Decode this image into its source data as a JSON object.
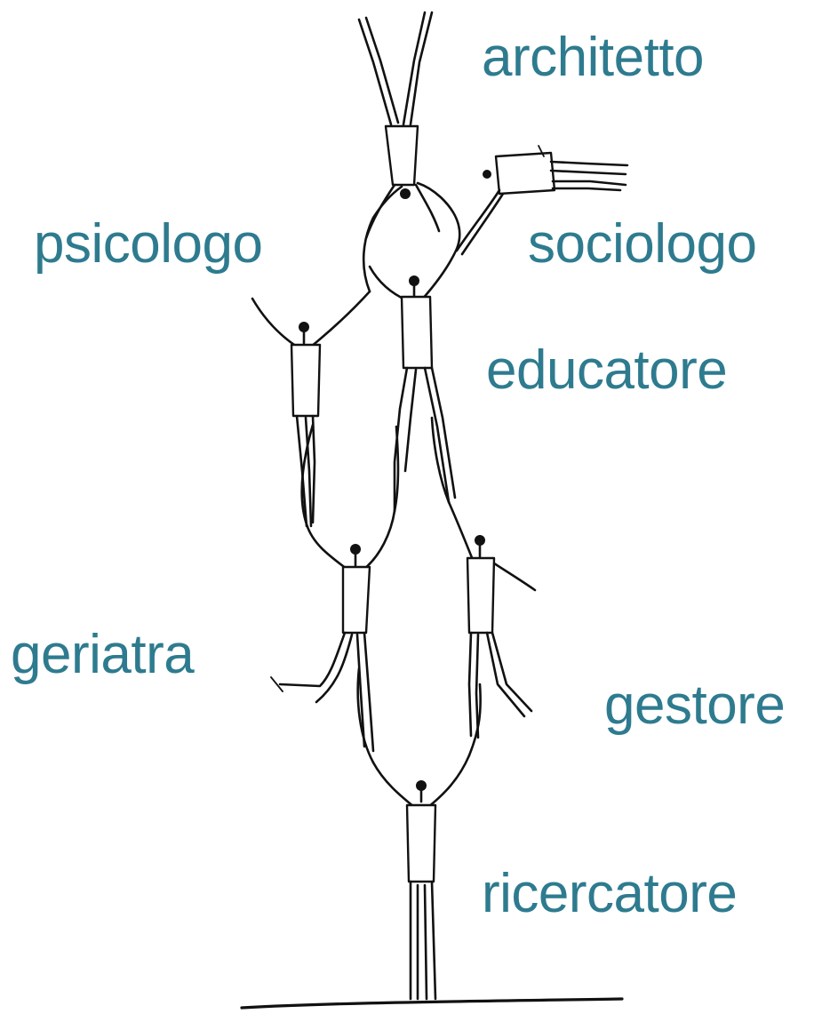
{
  "labels": {
    "architetto": "architetto",
    "psicologo": "psicologo",
    "sociologo": "sociologo",
    "educatore": "educatore",
    "geriatra": "geriatra",
    "gestore": "gestore",
    "ricercatore": "ricercatore"
  },
  "colors": {
    "label": "#2e7b8f",
    "ink": "#111111",
    "background": "#ffffff"
  }
}
